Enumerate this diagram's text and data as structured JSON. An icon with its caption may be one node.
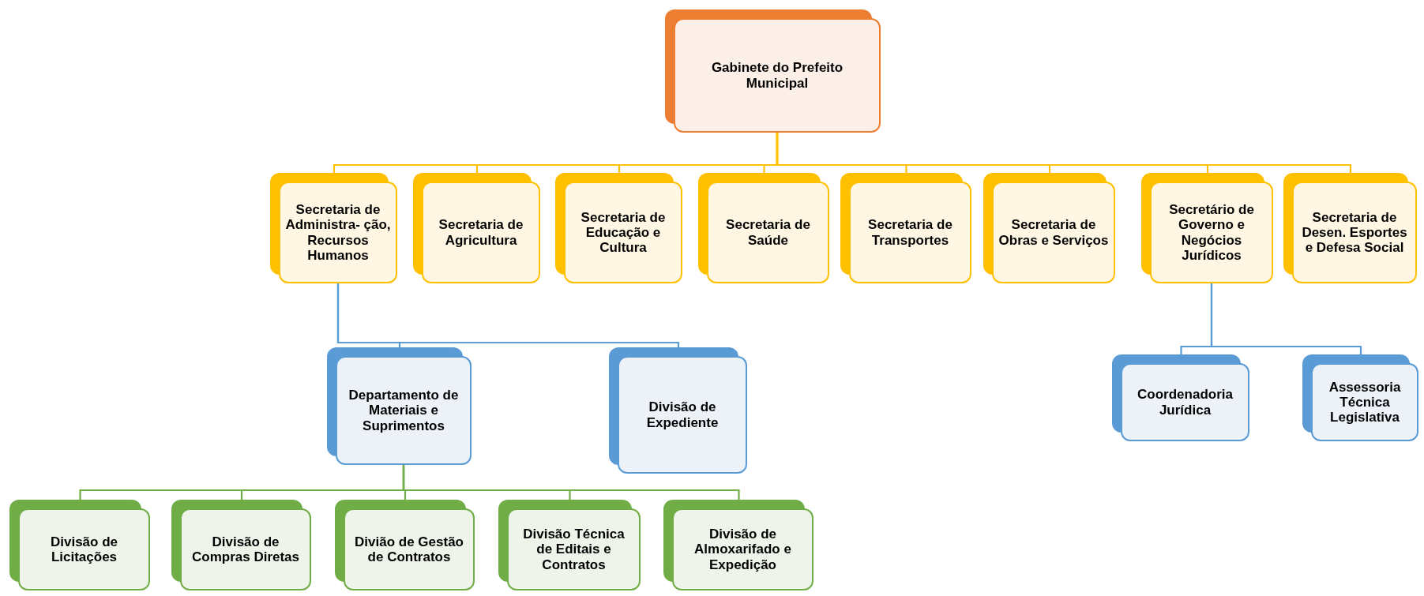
{
  "diagram": {
    "nodes": [
      {
        "text": [
          "Gabinete do Prefeito Municipal"
        ]
      },
      {
        "text": [
          "Secretaria de Administra- ção, Recursos Humanos"
        ]
      },
      {
        "text": [
          "Secretaria de Agricultura"
        ]
      },
      {
        "text": [
          "Secretaria de Educação e Cultura"
        ]
      },
      {
        "text": [
          "Secretaria de Saúde"
        ]
      },
      {
        "text": [
          "Secretaria de Transportes"
        ]
      },
      {
        "text": [
          "Secretaria de Obras e Serviços"
        ]
      },
      {
        "text": [
          "Secretário de Governo e Negócios Jurídicos"
        ]
      },
      {
        "text": [
          "Secretaria de Desen. Esportes e Defesa Social"
        ]
      },
      {
        "text": [
          "Departamento de Materiais e Suprimentos"
        ]
      },
      {
        "text": [
          "Divisão de Expediente"
        ]
      },
      {
        "text": [
          "Coordenadoria Jurídica"
        ]
      },
      {
        "text": [
          "Assessoria Técnica Legislativa"
        ]
      },
      {
        "text": [
          "Divisão de Licitações"
        ]
      },
      {
        "text": [
          "Divisão de Compras Diretas"
        ]
      },
      {
        "text": [
          "Divião de Gestão de Contratos"
        ]
      },
      {
        "text": [
          "Divisão Técnica de Editais e Contratos"
        ]
      },
      {
        "text": [
          "Divisão de Almoxarifado e Expedição"
        ]
      }
    ],
    "edges": [
      {
        "from": 0,
        "to": 1,
        "arrow": "none"
      },
      {
        "from": 0,
        "to": 2,
        "arrow": "none"
      },
      {
        "from": 0,
        "to": 3,
        "arrow": "none"
      },
      {
        "from": 0,
        "to": 4,
        "arrow": "none"
      },
      {
        "from": 0,
        "to": 5,
        "arrow": "none"
      },
      {
        "from": 0,
        "to": 6,
        "arrow": "none"
      },
      {
        "from": 0,
        "to": 7,
        "arrow": "none"
      },
      {
        "from": 0,
        "to": 8,
        "arrow": "none"
      },
      {
        "from": 1,
        "to": 9,
        "arrow": "none",
        "color": "#5b9bd5"
      },
      {
        "from": 1,
        "to": 10,
        "arrow": "none",
        "color": "#5b9bd5"
      },
      {
        "from": 7,
        "to": 11,
        "arrow": "none",
        "color": "#5b9bd5"
      },
      {
        "from": 7,
        "to": 12,
        "arrow": "none",
        "color": "#5b9bd5"
      },
      {
        "from": 9,
        "to": 13,
        "arrow": "none",
        "color": "#70ad47"
      },
      {
        "from": 9,
        "to": 14,
        "arrow": "none",
        "color": "#70ad47"
      },
      {
        "from": 9,
        "to": 15,
        "arrow": "none",
        "color": "#70ad47"
      },
      {
        "from": 9,
        "to": 16,
        "arrow": "none",
        "color": "#70ad47"
      },
      {
        "from": 9,
        "to": 17,
        "arrow": "none",
        "color": "#70ad47"
      }
    ]
  }
}
